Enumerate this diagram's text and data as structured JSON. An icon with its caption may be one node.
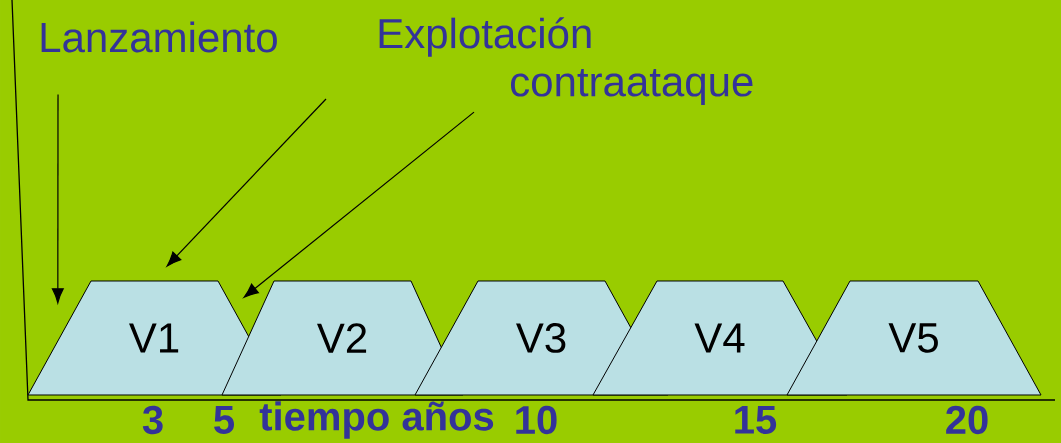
{
  "diagram": {
    "nodes": [
      {
        "text": [
          "Lanzamiento"
        ]
      },
      {
        "text": [
          "Explotación"
        ]
      },
      {
        "text": [
          "contraataque"
        ]
      },
      {
        "text": [
          "V1"
        ]
      },
      {
        "text": [
          "V2"
        ]
      },
      {
        "text": [
          "V3"
        ]
      },
      {
        "text": [
          "V4"
        ]
      },
      {
        "text": [
          "V5"
        ]
      }
    ],
    "edges": [
      {
        "from": 0,
        "to": 3,
        "arrow": "to"
      },
      {
        "from": 1,
        "to": 3,
        "arrow": "to"
      },
      {
        "from": 2,
        "to": 3,
        "arrow": "to"
      }
    ],
    "labels": [
      "3",
      "5",
      "tiempo años",
      "10",
      "15",
      "20"
    ]
  }
}
